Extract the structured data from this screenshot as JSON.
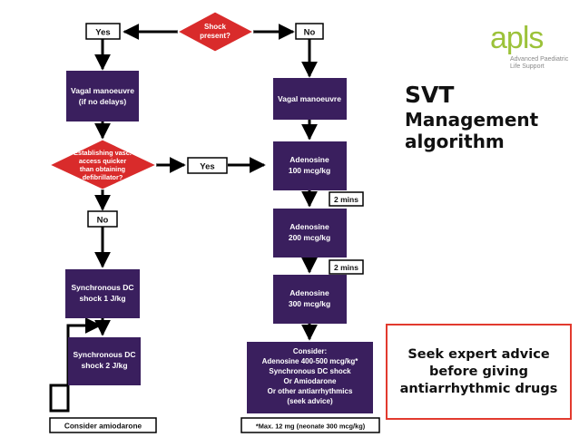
{
  "nodes": {
    "shock_present": [
      "Shock",
      "present?"
    ],
    "vagal_left": [
      "Vagal manoeuvre",
      "(if no delays)"
    ],
    "vagal_right": [
      "Vagal manoeuvre"
    ],
    "vasc_access": [
      "Establishing vasc.",
      "access quicker",
      "than obtaining",
      "defibrillator?"
    ],
    "adenosine_100": [
      "Adenosine",
      "100 mcg/kg"
    ],
    "adenosine_200": [
      "Adenosine",
      "200 mcg/kg"
    ],
    "adenosine_300": [
      "Adenosine",
      "300 mcg/kg"
    ],
    "dc_shock_1": [
      "Synchronous DC",
      "shock 1 J/kg"
    ],
    "dc_shock_2": [
      "Synchronous DC",
      "shock 2 J/kg"
    ],
    "consider": [
      "Consider:",
      "Adenosine 400-500 mcg/kg*",
      "Synchronous DC shock",
      "Or Amiodarone",
      "Or other antiarrhythmics",
      "(seek advice)"
    ]
  },
  "labels": {
    "yes_top": "Yes",
    "no_top": "No",
    "yes_mid": "Yes",
    "no_mid": "No",
    "two_mins_1": "2 mins",
    "two_mins_2": "2 mins",
    "consider_amiodarone": "Consider amiodarone",
    "max_note": "*Max. 12 mg (neonate 300 mcg/kg)"
  },
  "logo": {
    "wordmark": "apls",
    "tagline": "Advanced Paediatric Life Support"
  },
  "title": {
    "main": "SVT",
    "line2": "Management",
    "line3": "algorithm"
  },
  "advice": "Seek expert advice before giving antiarrhythmic drugs",
  "colors": {
    "process_box": "#3a1f5e",
    "decision_diamond": "#d92b2b",
    "arrow": "#000000",
    "advice_border": "#e23a2e",
    "logo_green": "#9cc23a"
  }
}
